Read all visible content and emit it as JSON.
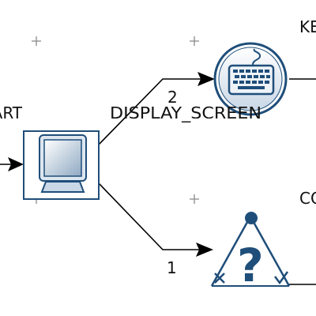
{
  "nodes": {
    "start": {
      "label": "START",
      "icon": "monitor-icon"
    },
    "keyboard": {
      "label": "KEYBOARD",
      "icon": "keyboard-icon"
    },
    "condition": {
      "label": "CONDITION",
      "icon": "question-triangle-icon"
    }
  },
  "edges": {
    "display_screen": {
      "label": "DISPLAY_SCREEN"
    },
    "to_keyboard": {
      "label": "2"
    },
    "to_condition": {
      "label": "1"
    }
  },
  "colors": {
    "icon_stroke": "#1f4e7a",
    "line": "#000000",
    "grid_marker": "#888888"
  }
}
